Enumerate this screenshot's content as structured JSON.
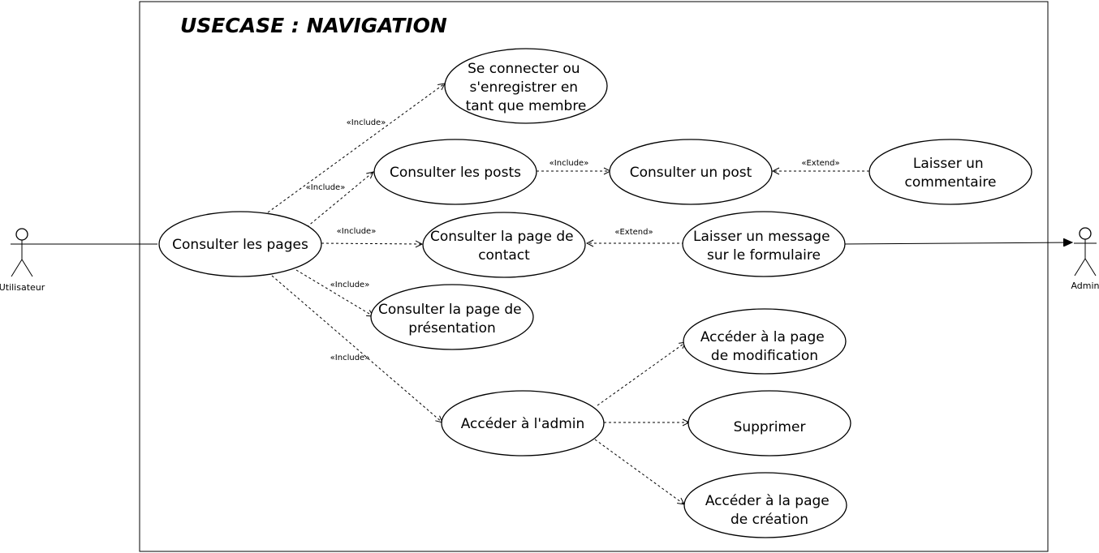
{
  "title": "USECASE : NAVIGATION",
  "actors": {
    "user": "Utilisateur",
    "admin": "Admin"
  },
  "usecases": {
    "consulter_pages": [
      "Consulter les pages"
    ],
    "se_connecter": [
      "Se connecter ou",
      "s'enregistrer en",
      "tant que membre"
    ],
    "consulter_posts": [
      "Consulter les posts"
    ],
    "consulter_post": [
      "Consulter un post"
    ],
    "laisser_commentaire": [
      "Laisser un",
      "commentaire"
    ],
    "page_contact": [
      "Consulter la page de",
      "contact"
    ],
    "laisser_message": [
      "Laisser un message",
      "sur le formulaire"
    ],
    "page_presentation": [
      "Consulter la page de",
      "présentation"
    ],
    "acceder_admin": [
      "Accéder à l'admin"
    ],
    "page_modification": [
      "Accéder à la page",
      "de modification"
    ],
    "supprimer": [
      "Supprimer"
    ],
    "page_creation": [
      "Accéder à la page",
      "de création"
    ]
  },
  "stereotypes": {
    "include": "«Include»",
    "extend": "«Extend»"
  },
  "colors": {
    "stroke": "#000000",
    "fill": "#ffffff"
  }
}
